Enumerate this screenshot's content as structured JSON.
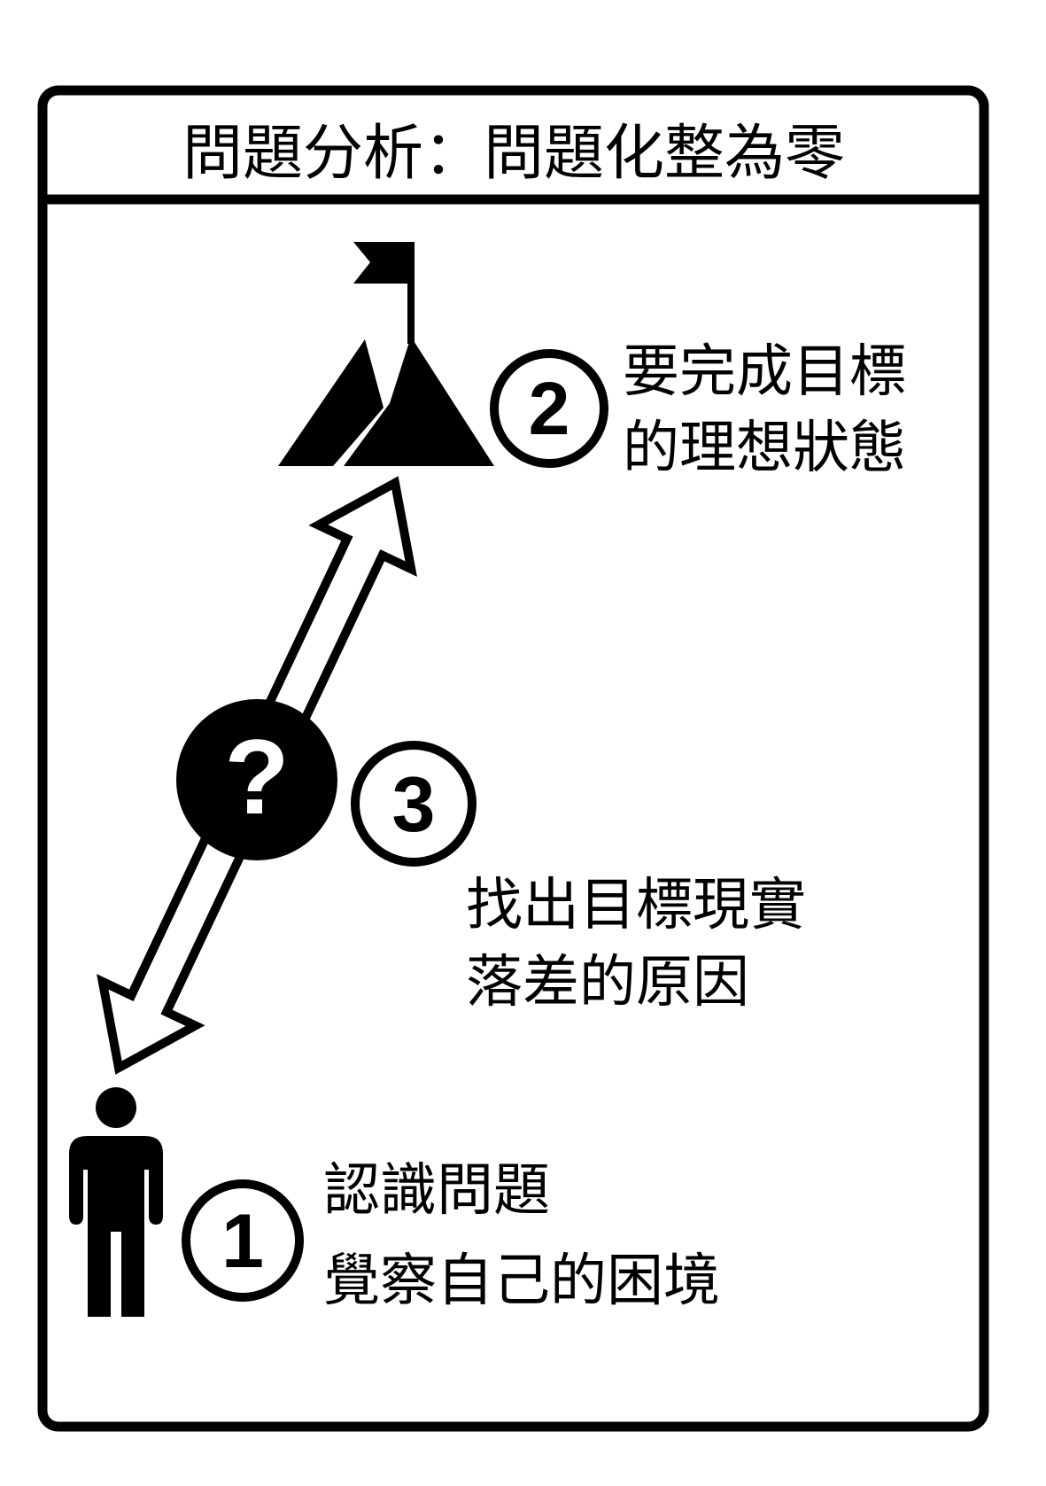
{
  "title": "問題分析：問題化整為零",
  "steps": [
    {
      "number": "1",
      "lines": [
        "認識問題",
        "覺察自己的困境"
      ]
    },
    {
      "number": "2",
      "lines": [
        "要完成目標",
        "的理想狀態"
      ]
    },
    {
      "number": "3",
      "lines": [
        "找出目標現實",
        "落差的原因"
      ]
    }
  ],
  "question_mark": "?",
  "colors": {
    "ink": "#000000",
    "paper": "#ffffff"
  }
}
